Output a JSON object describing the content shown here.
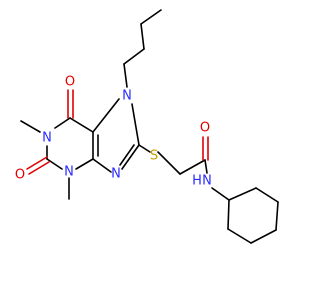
{
  "colors": {
    "background": "#ffffff",
    "carbon_bond": "#000000",
    "oxygen": "#e00000",
    "nitrogen": "#2b2bff",
    "sulfur": "#c8a000"
  },
  "atoms": {
    "n7": "N",
    "n1": "N",
    "n3": "N",
    "n9": "N",
    "o6": "O",
    "o2": "O",
    "s": "S",
    "o_amide": "O",
    "n_amide": "N",
    "h_amide": "H"
  }
}
